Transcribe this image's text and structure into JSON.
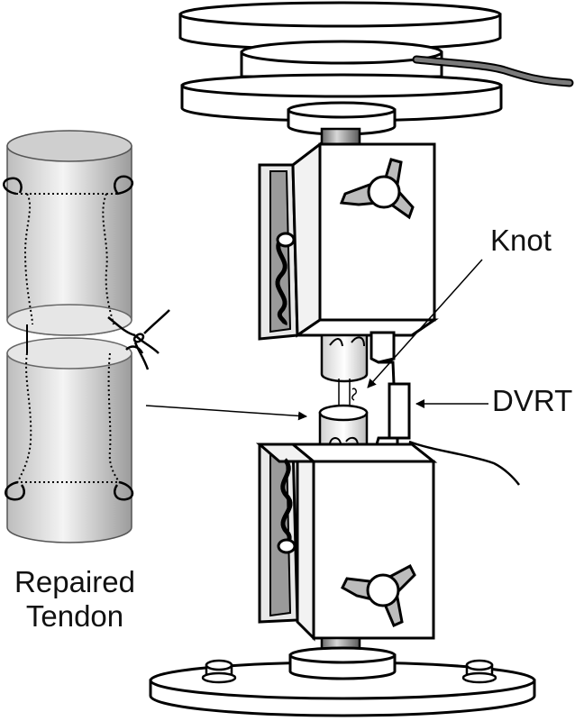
{
  "labels": {
    "knot": "Knot",
    "dvrt": "DVRT",
    "repaired_line1": "Repaired",
    "repaired_line2": "Tendon"
  },
  "colors": {
    "stroke": "#000000",
    "background": "#ffffff",
    "tendon_light": "#f2f2f2",
    "tendon_dark": "#a6a6a6",
    "cable": "#777777",
    "block_shadow": "#d8d8d8"
  },
  "icons": [
    "wing-nut-icon",
    "bolt-icon",
    "cable-icon",
    "suture-knot-icon"
  ]
}
